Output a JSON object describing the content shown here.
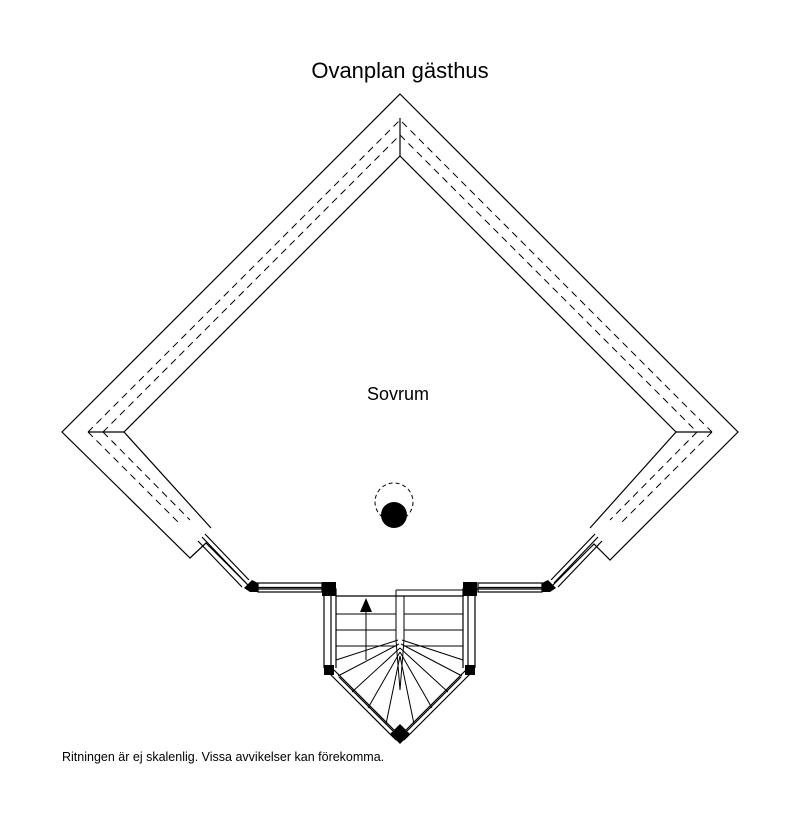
{
  "title": "Ovanplan gästhus",
  "room": {
    "label": "Sovrum"
  },
  "note": "Ritningen är ej skalenlig. Vissa avvikelser kan förekomma.",
  "colors": {
    "line": "#000000",
    "background": "#ffffff"
  },
  "icons": {
    "stair_direction": "arrow-up-icon",
    "fixture": "ceiling-fixture-icon"
  }
}
